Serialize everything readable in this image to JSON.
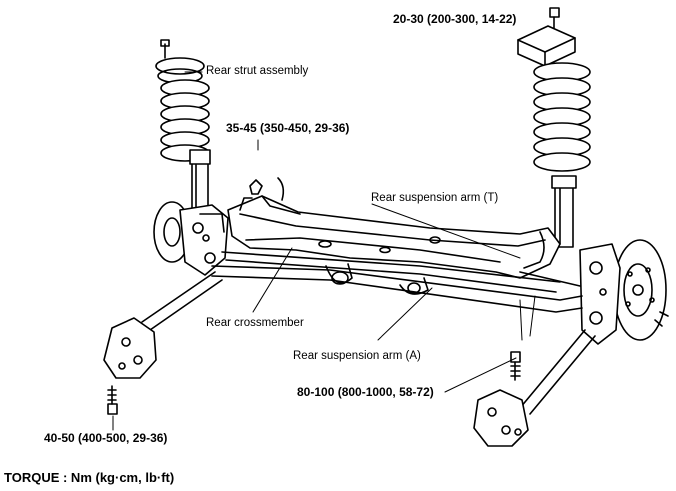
{
  "labels": {
    "top_right_torque": "20-30 (200-300, 14-22)",
    "rear_strut_assembly": "Rear strut assembly",
    "strut_mount_torque": "35-45 (350-450, 29-36)",
    "rear_suspension_arm_t": "Rear suspension arm (T)",
    "rear_crossmember": "Rear crossmember",
    "rear_suspension_arm_a": "Rear suspension arm (A)",
    "arm_bolt_torque": "80-100 (800-1000, 58-72)",
    "lower_left_torque": "40-50 (400-500, 29-36)",
    "torque_legend": "TORQUE : Nm (kg·cm, lb·ft)"
  }
}
